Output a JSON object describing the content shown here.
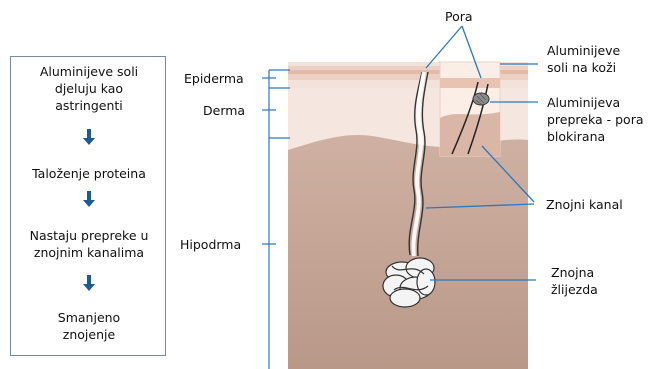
{
  "flow": {
    "steps": [
      "Aluminijeve soli\ndjeluju kao\nastringenti",
      "Taloženje proteina",
      "Nastaju prepreke u\nznojnim kanalima",
      "Smanjeno\nznojenje"
    ],
    "arrow_color": "#1d5b94"
  },
  "layers": {
    "epiderma": "Epiderma",
    "derma": "Derma",
    "hipodrma": "Hipodrma"
  },
  "labels": {
    "pora": "Pora",
    "aluminijeve_soli_na_kozi": "Aluminijeve\nsoli na koži",
    "aluminijeva_prepreka": "Aluminijeva\nprepreka - pora\nblokirana",
    "znojni_kanal": "Znojni kanal",
    "znojna_zlijezda": "Znojna\nžlijezda"
  },
  "colors": {
    "leader_line": "#2d78b8",
    "skin_top": "#f4e4dc",
    "epidermis_band": "#e9c7b8",
    "dermis": "#f1dcd3",
    "hypodermis": "#c7a99b"
  }
}
